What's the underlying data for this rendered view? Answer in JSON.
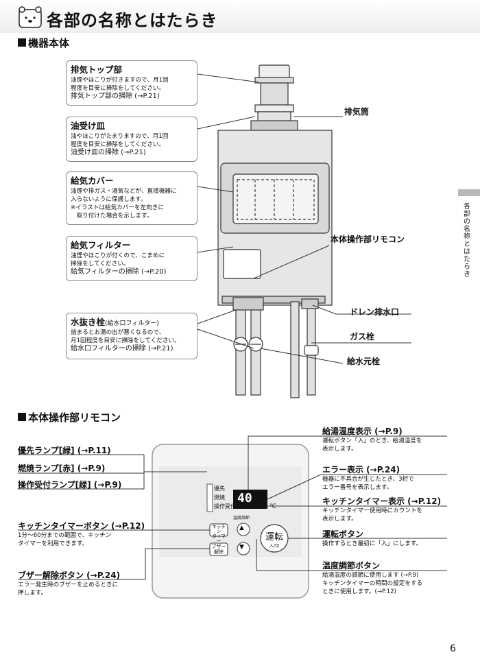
{
  "header": {
    "title": "各部の名称とはたらき"
  },
  "sections": {
    "unit": "機器本体",
    "remote": "本体操作部リモコン"
  },
  "unit_labels": {
    "exhaust_top": {
      "title": "排気トップ部",
      "body": [
        "油煙やほこりが付きますので、月1回",
        "程度を目安に掃除をしてください。"
      ],
      "ref": "排気トップ部の掃除 (→P.21)"
    },
    "oil_tray": {
      "title": "油受け皿",
      "body": [
        "油やほこりがたまりますので、月1回",
        "程度を目安に掃除をしてください。"
      ],
      "ref": "油受け皿の掃除 (→P.21)"
    },
    "air_cover": {
      "title": "給気カバー",
      "body": [
        "油煙や排ガス・湯気などが、直接機器に",
        "入らないように保護します。",
        "※イラストは給気カバーを左向きに",
        "　取り付けた場合を示します。"
      ]
    },
    "air_filter": {
      "title": "給気フィルター",
      "body": [
        "油煙やほこりが付くので、こまめに",
        "掃除をしてください。"
      ],
      "ref": "給気フィルターの掃除 (→P.20)"
    },
    "drain_plug": {
      "title": "水抜き栓",
      "title_sub": "(給水口フィルター)",
      "body": [
        "詰まるとお湯の出が悪くなるので、",
        "月1回程度を目安に掃除をしてください。"
      ],
      "ref": "給水口フィルターの掃除 (→P.21)"
    },
    "exhaust_pipe": "排気筒",
    "main_remote": "本体操作部リモコン",
    "drain_outlet": "ドレン排水口",
    "gas_valve": "ガス栓",
    "water_valve": "給水元栓"
  },
  "remote_labels": {
    "priority_lamp": "優先ランプ[緑] (→P.11)",
    "burn_lamp": "燃焼ランプ[赤] (→P.9)",
    "accept_lamp": "操作受付ランプ[緑] (→P.9)",
    "kitchen_timer_button": {
      "title": "キッチンタイマーボタン (→P.12)",
      "body": [
        "1分～60分までの範囲で、キッチン",
        "タイマーを利用できます。"
      ]
    },
    "buzzer_button": {
      "title": "ブザー解除ボタン (→P.24)",
      "body": [
        "エラー発生時のブザーを止めるときに",
        "押します。"
      ]
    },
    "temp_display": {
      "title": "給湯温度表示 (→P.9)",
      "body": [
        "運転ボタン「入」のとき、給湯温度を",
        "表示します。"
      ]
    },
    "error_display": {
      "title": "エラー表示 (→P.24)",
      "body": [
        "機器に不具合が生じたとき、3桁で",
        "エラー番号を表示します。"
      ]
    },
    "timer_display": {
      "title": "キッチンタイマー表示 (→P.12)",
      "body": [
        "キッチンタイマー使用時にカウントを",
        "表示します。"
      ]
    },
    "run_button": {
      "title": "運転ボタン",
      "body": [
        "操作するとき最初に「入」にします。"
      ]
    },
    "temp_button": {
      "title": "温度調節ボタン",
      "body": [
        "給湯温度の調節に使用します (→P.9)",
        "キッチンタイマーの時間の設定をする",
        "ときに使用します。(→P.12)"
      ]
    }
  },
  "remote_panel": {
    "lamp_priority": "優先",
    "lamp_burn": "燃焼",
    "lamp_accept": "操作受付",
    "display_value": "40",
    "unit": "℃",
    "temp_adjust": "温度調節",
    "timer_btn": [
      "キッチン",
      "タイマー"
    ],
    "buzzer_btn": [
      "ブザー",
      "解除"
    ],
    "run_btn": "運転",
    "run_sub": "入/切",
    "up": "▲",
    "down": "▼"
  },
  "sidebar": {
    "text": "各部の名称とはたらき"
  },
  "page": {
    "number": "6"
  }
}
